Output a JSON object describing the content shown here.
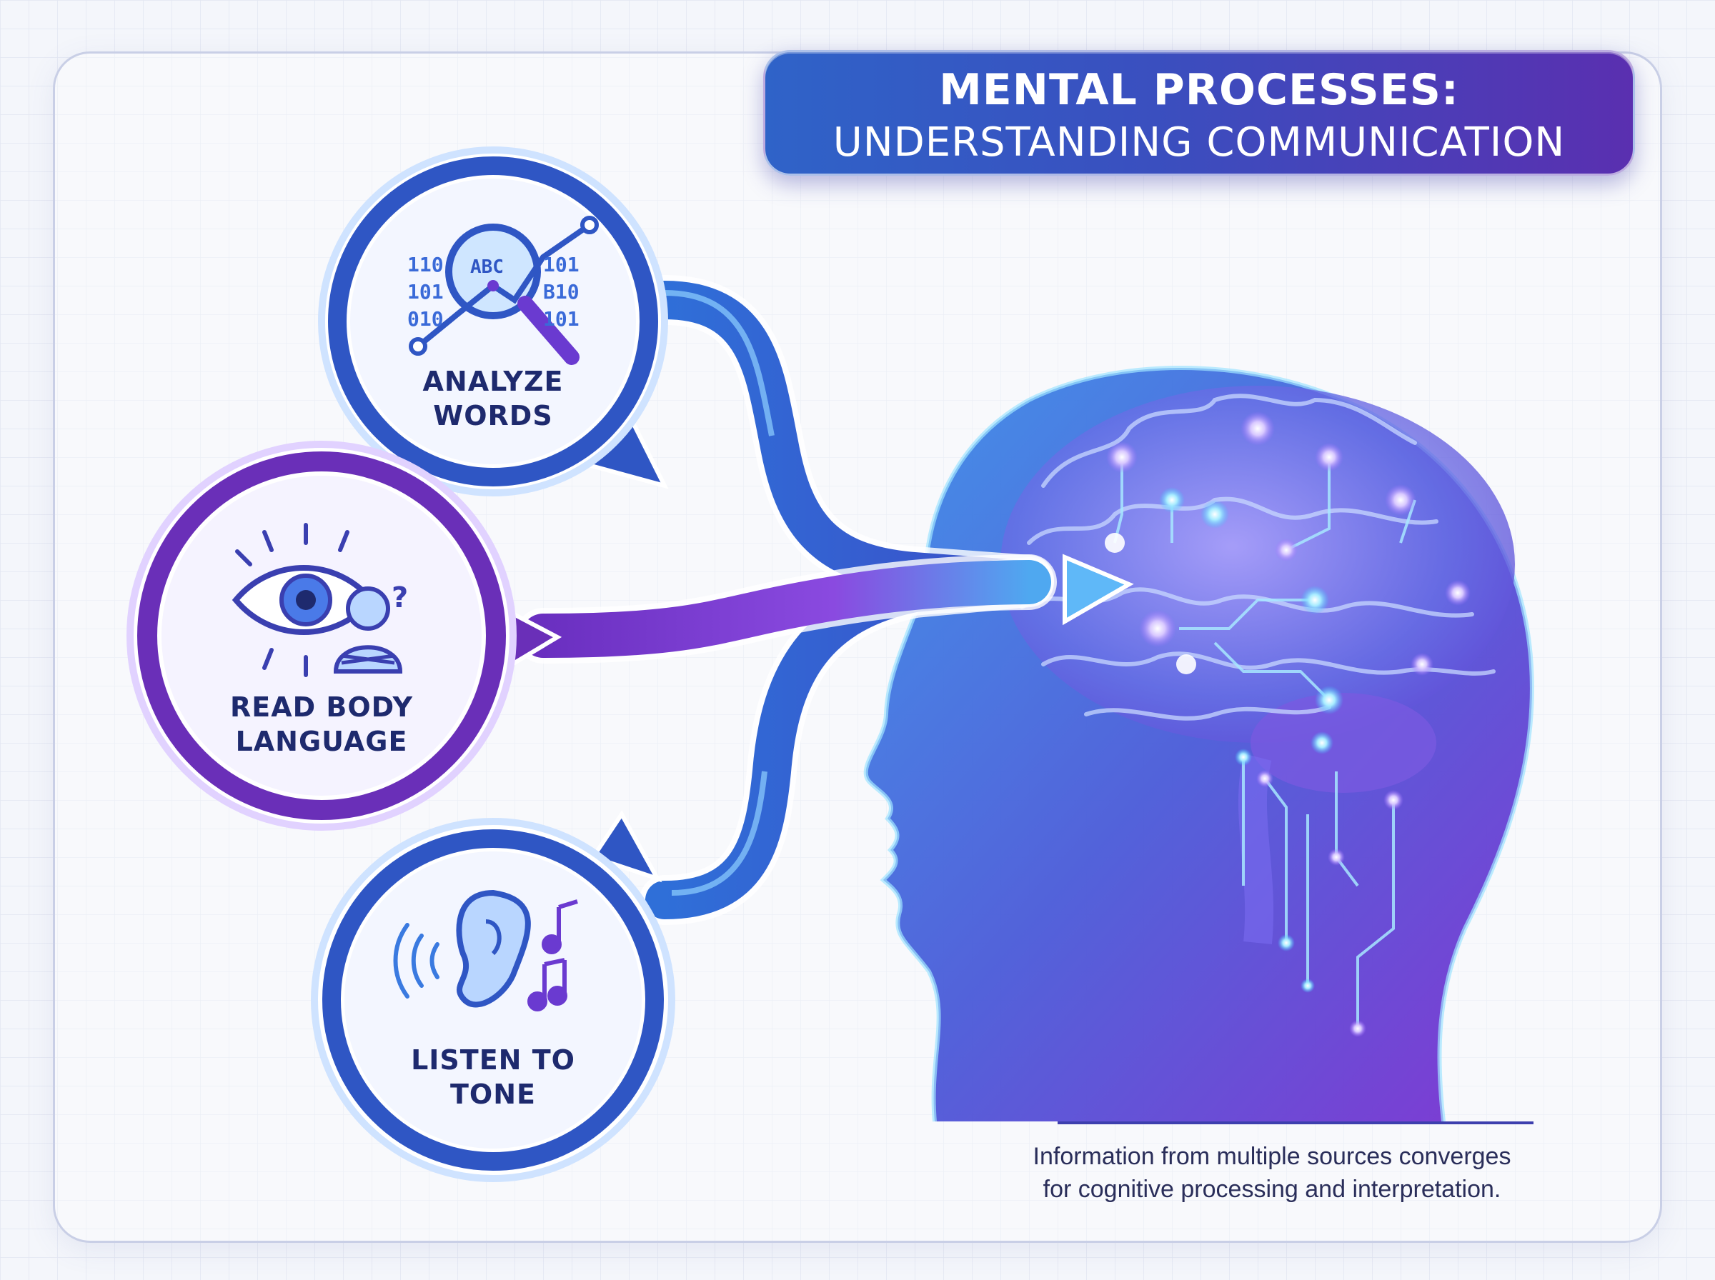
{
  "title": {
    "line1": "MENTAL PROCESSES:",
    "line2": "UNDERSTANDING COMMUNICATION"
  },
  "nodes": [
    {
      "id": "analyze-words",
      "label_line1": "ANALYZE",
      "label_line2": "WORDS",
      "icon": "magnifier-data-icon",
      "binary_text": [
        "110",
        "101",
        "010",
        "101",
        "B10",
        "101"
      ],
      "letters": "ABC",
      "accent": "#2f56c4"
    },
    {
      "id": "read-body-language",
      "label_line1": "READ BODY",
      "label_line2": "LANGUAGE",
      "icon": "eye-person-icon",
      "question_mark": "?",
      "accent": "#6a2fb8"
    },
    {
      "id": "listen-to-tone",
      "label_line1": "LISTEN TO",
      "label_line2": "TONE",
      "icon": "ear-music-icon",
      "accent": "#2f56c4"
    }
  ],
  "target": {
    "icon": "head-brain-icon"
  },
  "caption": {
    "line1": "Information from multiple sources converges",
    "line2": "for cognitive processing and interpretation."
  },
  "colors": {
    "blue": "#2f63c8",
    "cyan": "#4fb8f0",
    "purple": "#7a3ad0",
    "violet": "#5a2fb0",
    "text_dark": "#1e2a6e"
  }
}
